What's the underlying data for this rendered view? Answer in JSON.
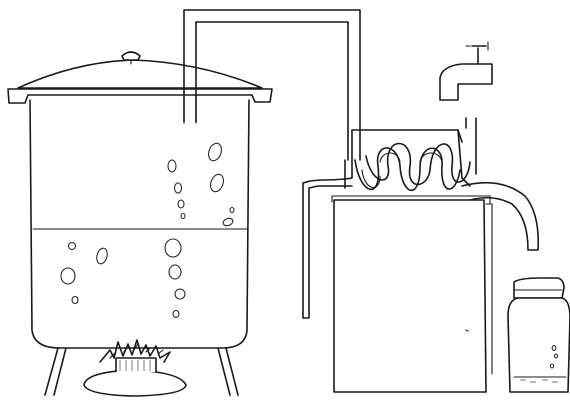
{
  "image": {
    "style": "pencil sketch",
    "palette": {
      "ink": "#1a1a1a",
      "paper": "#ffffff"
    },
    "parts": [
      "pot-with-lid",
      "burner-flame",
      "vapor-pipe",
      "cooling-coil",
      "condenser-box",
      "water-tank",
      "water-tap",
      "outlet-spout",
      "collecting-jar"
    ]
  }
}
